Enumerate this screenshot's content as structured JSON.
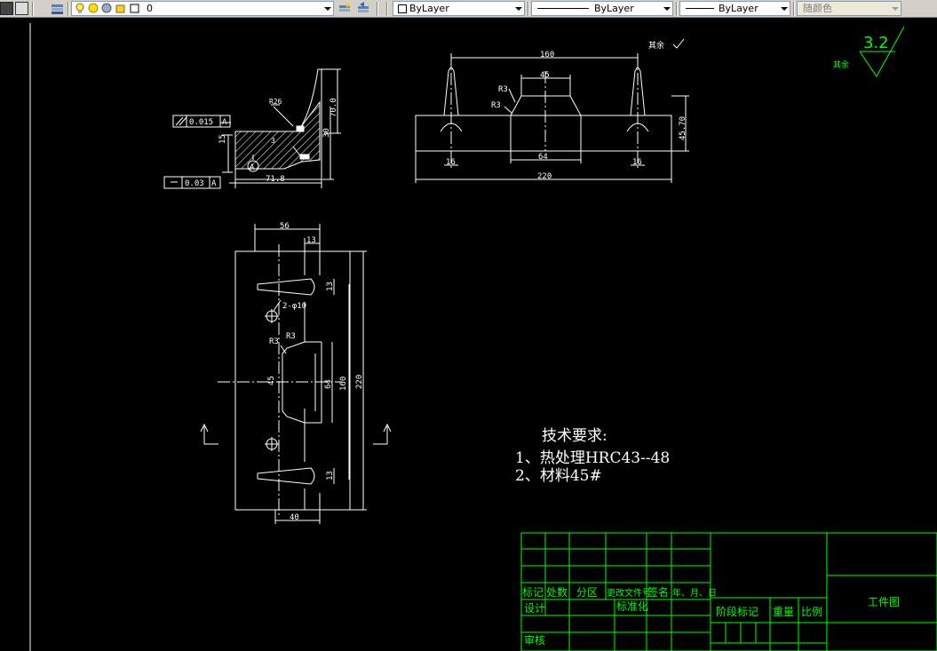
{
  "toolbar": {
    "layer_name": "0",
    "color_combo": "ByLayer",
    "linetype_combo": "ByLayer",
    "lineweight_combo": "ByLayer",
    "plotstyle_combo": "随颜色",
    "icons": [
      "layer-manager-icon",
      "lightbulb-icon",
      "sun-icon",
      "freeze-icon",
      "lock-icon",
      "color-square-icon",
      "make-current-icon",
      "layer-previous-icon"
    ]
  },
  "drawing": {
    "top_left_view": {
      "tolerance_1": "0.015",
      "tolerance_1_datum": "A",
      "tolerance_2": "0.03",
      "tolerance_2_datum": "A",
      "dim_width": "71.8",
      "dim_height_1": "70.0",
      "dim_height_2": "30",
      "dim_15": "15",
      "radius": "R26",
      "datum": "A",
      "dim_small": "3"
    },
    "front_view": {
      "dim_top": "160",
      "dim_inner_top": "45",
      "dim_bottom_inner": "64",
      "dim_overall": "220",
      "dim_left_16": "16",
      "dim_right_16": "16",
      "dim_height": "45.70",
      "r_1": "R3",
      "r_2": "R3",
      "note_other": "其余"
    },
    "plan_view": {
      "dim_56": "56",
      "dim_13": "13",
      "dim_40": "40",
      "dim_220": "220",
      "dim_160": "160",
      "dim_64": "64",
      "dim_45": "45",
      "dim_13_top": "13",
      "dim_13_bottom": "13",
      "holes": "2-φ10",
      "radius": "R3",
      "radius_2": "R3"
    },
    "roughness": {
      "value": "3.2",
      "label": "其余"
    },
    "tech_req": {
      "title": "技术要求:",
      "item1": "1、热处理HRC43--48",
      "item2": "2、材料45#"
    },
    "title_block": {
      "mark": "标记",
      "count": "处数",
      "zone": "分区",
      "change_doc": "更改文件号",
      "sign": "签名",
      "date": "年、月、日",
      "design": "设计",
      "standardize": "标准化",
      "stage_mark": "阶段标记",
      "weight": "重量",
      "scale": "比例",
      "drawing_name": "工件图",
      "review": "审核"
    }
  }
}
